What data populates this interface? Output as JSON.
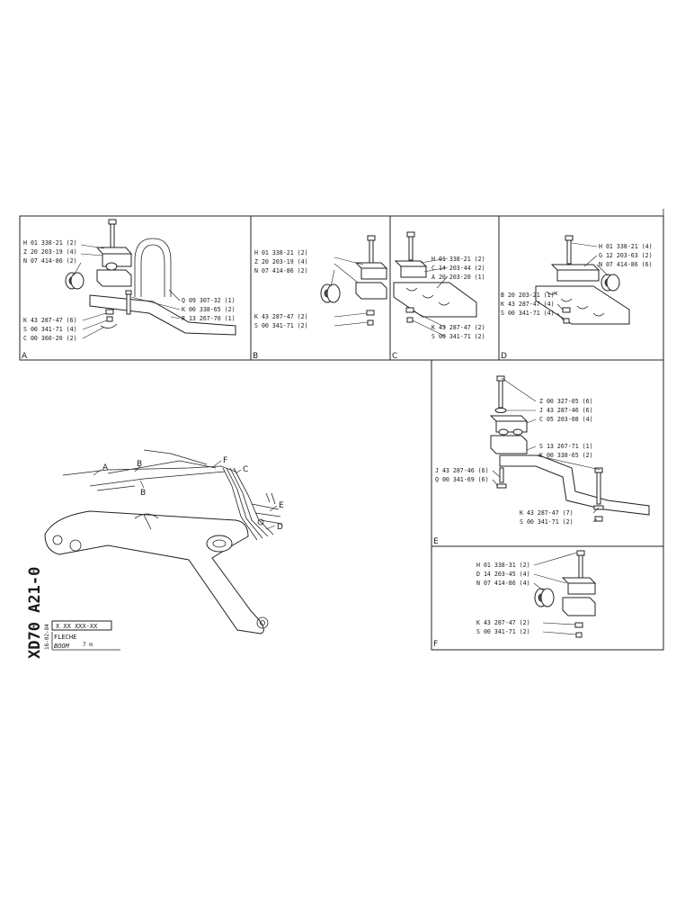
{
  "panels": [
    {
      "letter": "A",
      "labels": [
        "H 01 338-21 (2)",
        "Z 20 203-19 (4)",
        "N 07 414-86 (2)",
        "Q 09 307-32 (1)",
        "K 00 338-65 (2)",
        "R 13 267-70 (1)",
        "K 43 287-47 (6)",
        "S 00 341-71 (4)",
        "C 00 360-20 (2)"
      ]
    },
    {
      "letter": "B",
      "labels": [
        "H 01 338-21 (2)",
        "Z 20 203-19 (4)",
        "N 07 414-86 (2)",
        "K 43 287-47 (2)",
        "S 00 341-71 (2)"
      ]
    },
    {
      "letter": "C",
      "labels": [
        "H 01 338-21 (2)",
        "C 14 203-44 (2)",
        "A 20 203-20 (1)",
        "K 43 287-47 (2)",
        "S 00 341-71 (2)"
      ]
    },
    {
      "letter": "D",
      "labels": [
        "H 01 338-21 (4)",
        "G 12 203-63 (2)",
        "N 07 414-86 (6)",
        "B 20 203-21 (1)",
        "K 43 287-47 (4)",
        "S 00 341-71 (4)"
      ]
    },
    {
      "letter": "E",
      "labels": [
        "Z 00 327-05 (6)",
        "J 43 287-46 (6)",
        "C 05 203-08 (4)",
        "S 13 267-71 (1)",
        "K 00 338-65 (2)",
        "J 43 287-46 (6)",
        "Q 00 341-69 (6)",
        "K 43 287-47 (7)",
        "S 00 341-71 (2)"
      ]
    },
    {
      "letter": "F",
      "labels": [
        "H 01 338-31 (2)",
        "D 14 203-45 (4)",
        "N 07 414-86 (4)",
        "K 43 287-47 (2)",
        "S 00 341-71 (2)"
      ]
    }
  ],
  "overview": {
    "callouts": [
      "A",
      "B",
      "B",
      "F",
      "C",
      "E",
      "D"
    ]
  },
  "title_block": {
    "drawing_code": "XD70 A21-0",
    "date": "16-02-84",
    "part_number": "X XX XXX-XX",
    "title_fr": "FLECHE",
    "title_en": "BOOM",
    "length": "7 m"
  }
}
